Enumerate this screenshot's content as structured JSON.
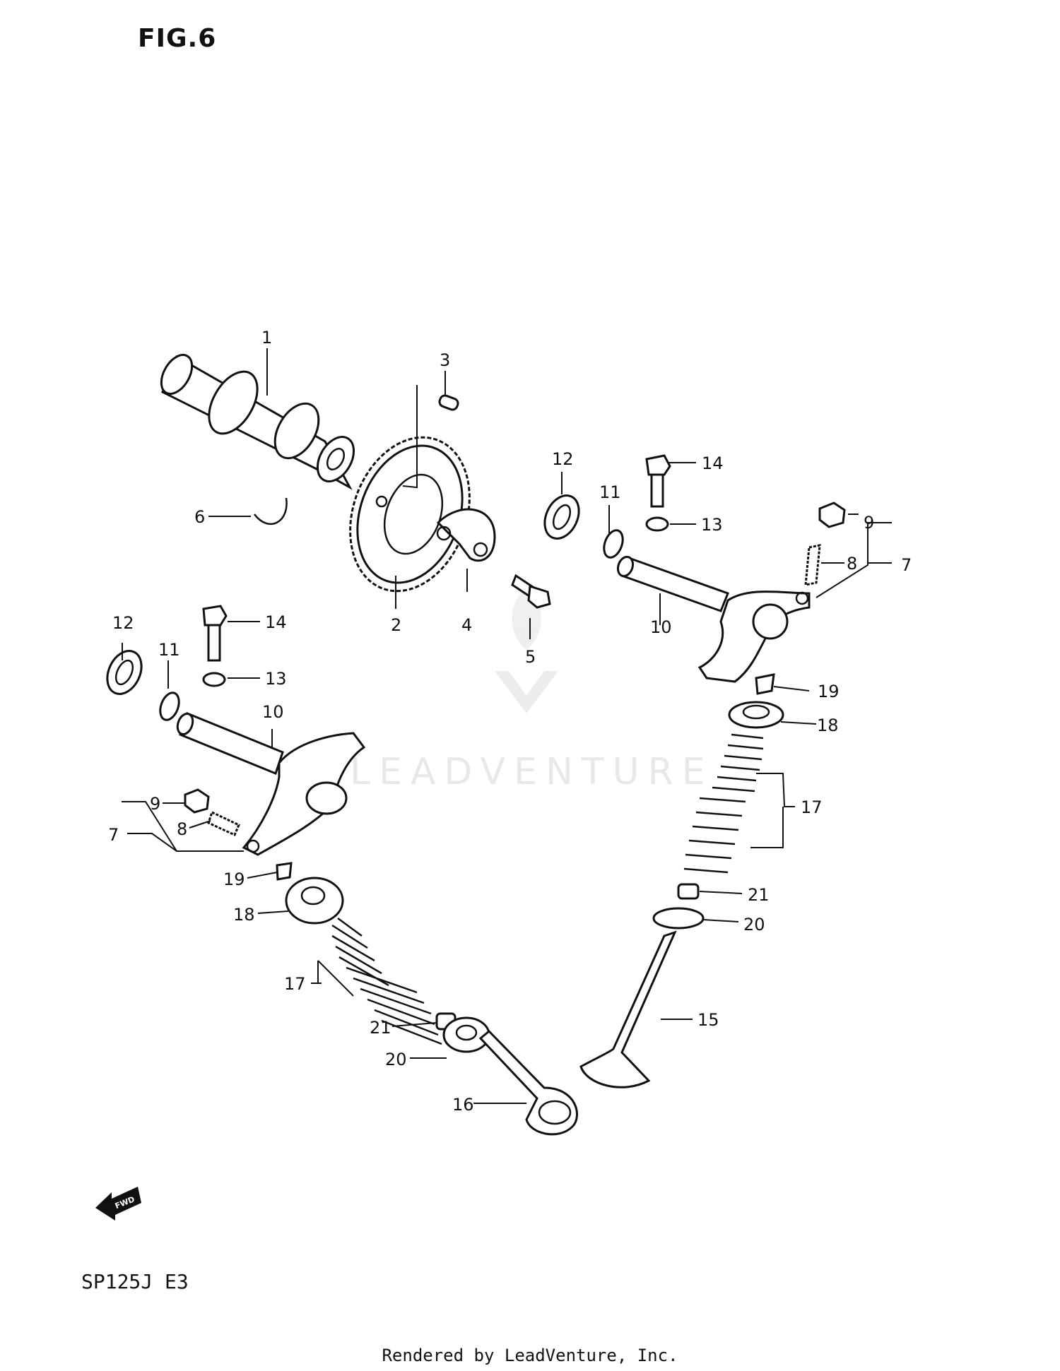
{
  "figure": {
    "title": "FIG.6",
    "model_code": "SP125J  E3",
    "footer_credit": "Rendered by LeadVenture, Inc.",
    "watermark_text": "LEADVENTURE",
    "fwd_label": "FWD"
  },
  "callouts": {
    "c1": "1",
    "c2": "2",
    "c3": "3",
    "c4": "4",
    "c5": "5",
    "c6": "6",
    "c7_right": "7",
    "c7_left": "7",
    "c8_right": "8",
    "c8_left": "8",
    "c9_right": "9",
    "c9_left": "9",
    "c10_right": "10",
    "c10_left": "10",
    "c11_right": "11",
    "c11_left": "11",
    "c12_right": "12",
    "c12_left": "12",
    "c13_right": "13",
    "c13_left": "13",
    "c14_right": "14",
    "c14_left": "14",
    "c15": "15",
    "c16": "16",
    "c17_right": "17",
    "c17_left": "17",
    "c18_right": "18",
    "c18_left": "18",
    "c19_right": "19",
    "c19_left": "19",
    "c20_right": "20",
    "c20_left": "20",
    "c21_right": "21",
    "c21_left": "21"
  }
}
